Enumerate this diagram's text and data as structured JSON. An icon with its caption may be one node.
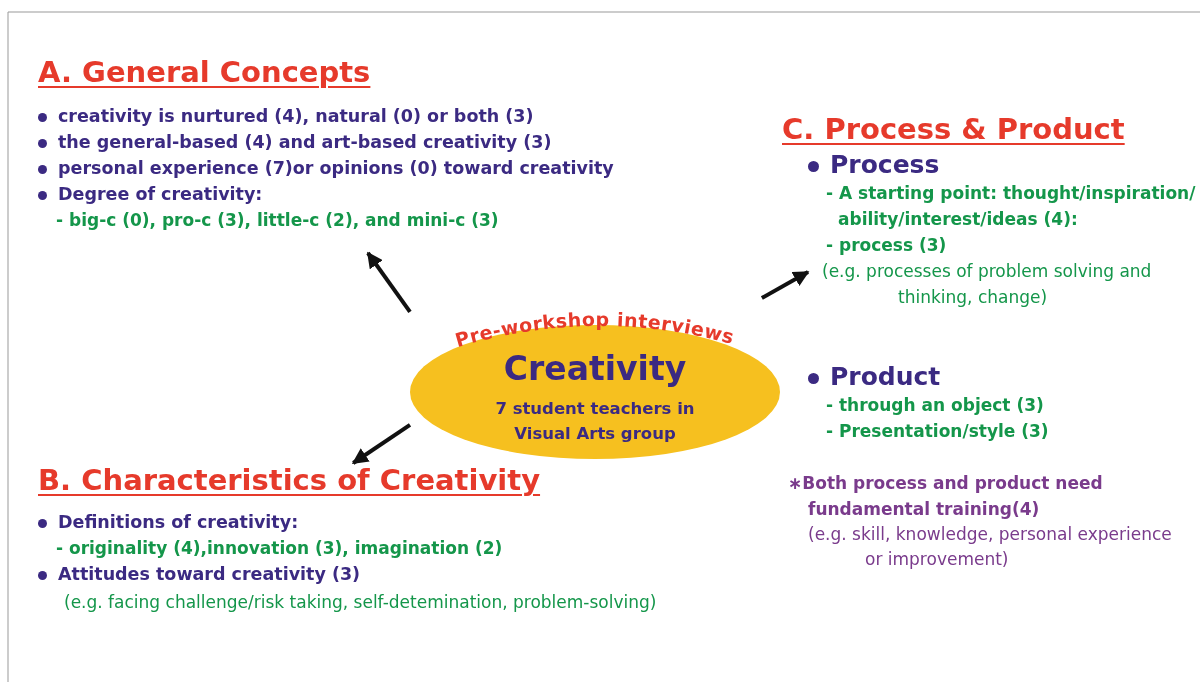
{
  "diagram": {
    "nodes": [
      {
        "text": [
          "Pre-workshop interviews",
          "Creativity",
          "7 student teachers in Visual Arts group"
        ]
      },
      {
        "text": [
          "A. General Concepts",
          "creativity is nurtured (4), natural (0) or both (3)",
          "the general-based (4) and art-based creativity (3)",
          "personal experience (7)or opinions (0) toward creativity",
          "Degree of creativity:",
          "- big-c (0), pro-c (3), little-c (2), and mini-c (3)"
        ]
      },
      {
        "text": [
          "B. Characteristics of Creativity",
          "Definitions of creativity:",
          "- originality (4),innovation (3), imagination (2)",
          "Attitudes toward creativity (3)",
          "(e.g. facing challenge/risk taking, self-detemination, problem-solving)"
        ]
      },
      {
        "text": [
          "C. Process & Product"
        ]
      },
      {
        "text": [
          "Process",
          "- A starting point: thought/inspiration/ability/interest/ideas (4):",
          "- process (3)",
          "(e.g. processes of problem solving and thinking, change)"
        ],
        "in": 3
      },
      {
        "text": [
          "Product",
          "- through an object (3)",
          "- Presentation/style (3)"
        ],
        "in": 3
      }
    ],
    "edges": [
      {
        "from": 0,
        "to": 1,
        "arrow": "to"
      },
      {
        "from": 0,
        "to": 2,
        "arrow": "to"
      },
      {
        "from": 0,
        "to": 4,
        "arrow": "to"
      }
    ],
    "labels": [
      "∗Both process and product need fundamental training(4)",
      "(e.g. skill, knowledge, personal experience or improvement)"
    ]
  }
}
